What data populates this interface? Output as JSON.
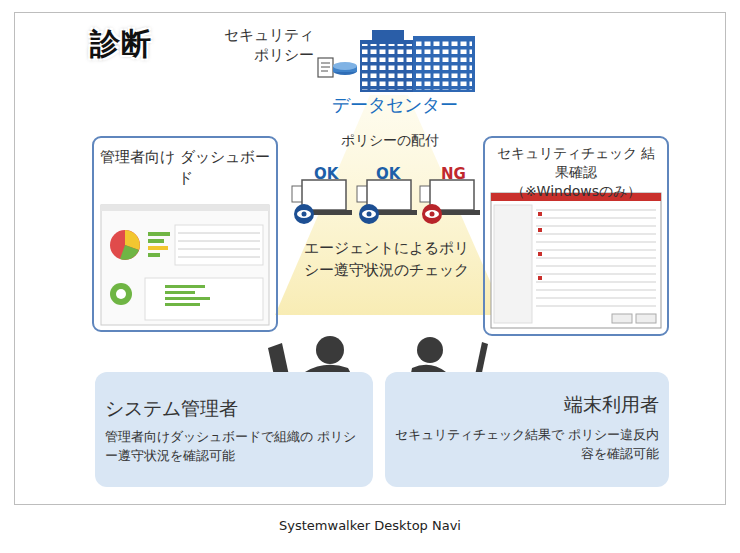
{
  "diagram": {
    "title": "診断",
    "caption": "Systemwalker Desktop Navi",
    "nodes": [
      {
        "text": [
          "管理者向け ダッシュボード"
        ]
      },
      {
        "text": [
          "セキュリティチェック 結果確認",
          "（※Windowsのみ）"
        ]
      },
      {
        "text": [
          "システム管理者",
          "管理者向けダッシュボードで組織の ポリシー遵守状況を確認可能"
        ]
      },
      {
        "text": [
          "端末利用者",
          "セキュリティチェック結果で ポリシー違反内容を確認可能"
        ]
      }
    ],
    "labels": [
      "セキュリティ ポリシー",
      "データセンター",
      "ポリシーの配付",
      "OK",
      "OK",
      "NG",
      "エージェントによるポリシー遵守状況のチェック"
    ]
  }
}
